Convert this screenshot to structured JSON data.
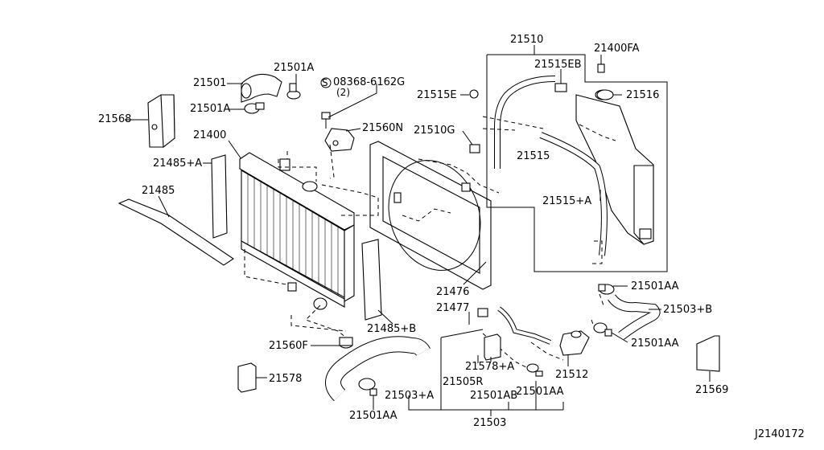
{
  "diagram_id": "J2140172",
  "callouts": {
    "p21501": "21501",
    "p21501A_top": "21501A",
    "p21501A_left": "21501A",
    "bolt_code": "08368-6162G",
    "bolt_qty": "(2)",
    "bolt_symbol": "S",
    "p21560N": "21560N",
    "p21568": "21568",
    "p21400": "21400",
    "p21485A": "21485+A",
    "p21485": "21485",
    "p21510": "21510",
    "p21515EB": "21515EB",
    "p21400FA": "21400FA",
    "p21515E": "21515E",
    "p21516": "21516",
    "p21510G": "21510G",
    "p21515": "21515",
    "p21515A": "21515+A",
    "p21476": "21476",
    "p21477": "21477",
    "p21485B": "21485+B",
    "p21501AA_r1": "21501AA",
    "p21503B": "21503+B",
    "p21501AA_r2": "21501AA",
    "p21560F": "21560F",
    "p21578A": "21578+A",
    "p21505R": "21505R",
    "p21512": "21512",
    "p21578": "21578",
    "p21503A": "21503+A",
    "p21501AB": "21501AB",
    "p21501AA_b": "21501AA",
    "p21569": "21569",
    "p21501AA_bl": "21501AA",
    "p21503": "21503"
  }
}
